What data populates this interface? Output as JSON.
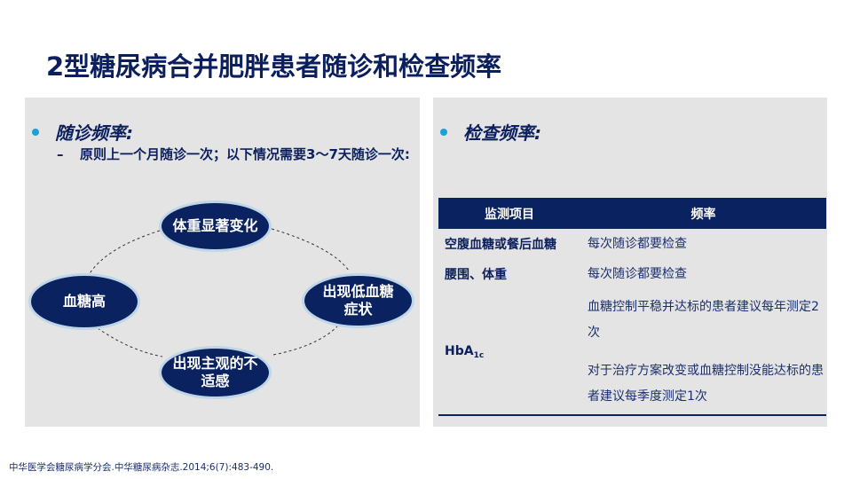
{
  "slide": {
    "title": "2型糖尿病合并肥胖患者随诊和检查频率",
    "footnote": "中华医学会糖尿病学分会.中华糖尿病杂志.2014;6(7):483-490."
  },
  "left_panel": {
    "heading": "随诊频率:",
    "sub_dash": "–",
    "sub_text": "原则上一个月随诊一次；以下情况需要3～7天随诊一次:",
    "diagram": {
      "nodes": [
        {
          "id": "top",
          "label": "体重显著变化"
        },
        {
          "id": "left",
          "label": "血糖高"
        },
        {
          "id": "right",
          "label": "出现低血糖症状"
        },
        {
          "id": "bottom",
          "label": "出现主观的不适感"
        }
      ],
      "node_color": "#0b2260",
      "node_border": "#bfd6e8"
    }
  },
  "right_panel": {
    "heading": "检查频率:",
    "table": {
      "headers": [
        "监测项目",
        "频率"
      ],
      "rows": [
        {
          "item": "空腹血糖或餐后血糖",
          "values": [
            "每次随诊都要检查"
          ]
        },
        {
          "item": "腰围、体重",
          "values": [
            "每次随诊都要检查"
          ]
        },
        {
          "item_main": "HbA",
          "item_sub": "1c",
          "values": [
            "血糖控制平稳并达标的患者建议每年测定2次",
            "对于治疗方案改变或血糖控制没能达标的患者建议每季度测定1次"
          ]
        }
      ]
    }
  },
  "colors": {
    "navy": "#0b2260",
    "bullet": "#17a2dd",
    "panel_bg": "#e4e4e4"
  }
}
